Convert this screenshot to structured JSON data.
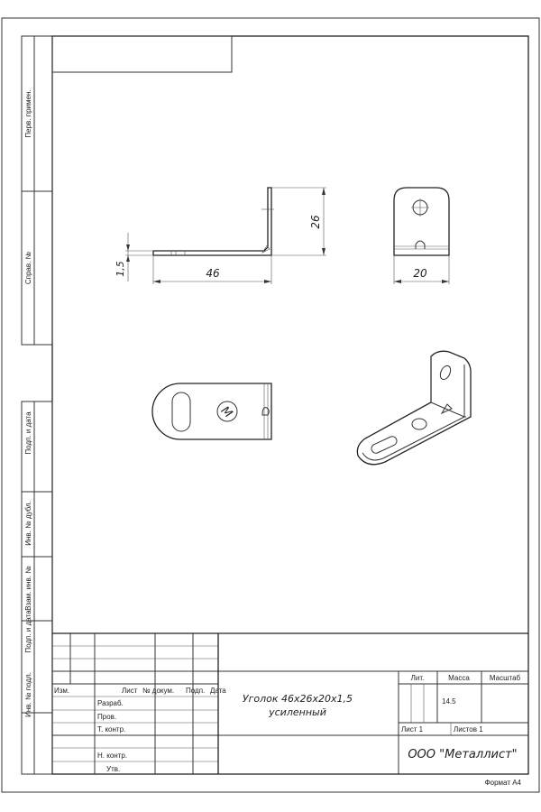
{
  "side_stamps": [
    "Перв. примен.",
    "Справ. №",
    "Подп. и дата",
    "Инв. № дубл.",
    "Взам. инв. №",
    "Подп. и дата",
    "Инв. № подл."
  ],
  "dimensions": {
    "thickness": "1,5",
    "length": "46",
    "height": "26",
    "width": "20"
  },
  "title_block": {
    "col_headers": [
      "Изм.",
      "Лист",
      "№ докум.",
      "Подп.",
      "Дата"
    ],
    "roles": [
      "Разраб.",
      "Пров.",
      "Т. контр.",
      "Н. контр.",
      "Утв."
    ],
    "title_line1": "Уголок 46x26x20x1,5",
    "title_line2": "усиленный",
    "lit_label": "Лит.",
    "mass_label": "Масса",
    "scale_label": "Масштаб",
    "mass_value": "14.5",
    "sheet": "Лист 1",
    "sheets": "Листов 1",
    "company": "ООО \"Металлист\""
  },
  "format": "Формат А4"
}
